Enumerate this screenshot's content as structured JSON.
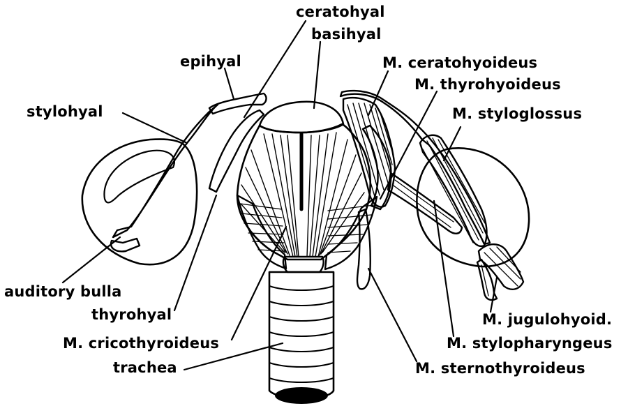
{
  "labels": {
    "ceratohyal": "ceratohyal",
    "basihyal": "basihyal",
    "epihyal": "epihyal",
    "m_ceratohyoideus": "M. ceratohyoideus",
    "m_thyrohyoideus": "M. thyrohyoideus",
    "stylohyal": "stylohyal",
    "m_styloglossus": "M. styloglossus",
    "auditory_bulla": "auditory bulla",
    "thyrohyal": "thyrohyal",
    "m_cricothyroideus": "M. cricothyroideus",
    "trachea": "trachea",
    "m_jugulohyoid": "M. jugulohyoid.",
    "m_stylopharyngeus": "M. stylopharyngeus",
    "m_sternothyroideus": "M. sternothyroideus"
  },
  "colors": {
    "ink": "#000000",
    "background": "#ffffff"
  }
}
